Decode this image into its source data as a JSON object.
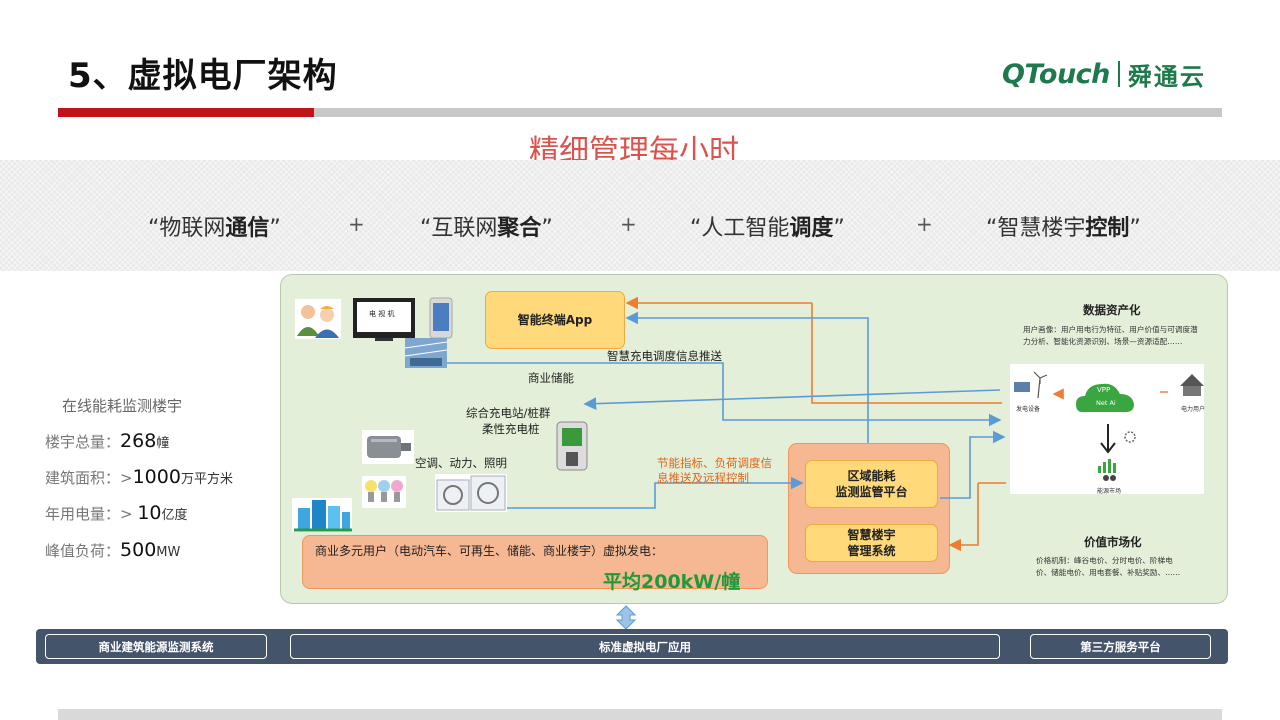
{
  "header": {
    "title": "5、虚拟电厂架构",
    "logo_en": "QTouch",
    "logo_cn": "舜通云"
  },
  "subtitle": "精细管理每小时",
  "keywords": [
    {
      "pre": "“物联网",
      "bold": "通信",
      "post": "”"
    },
    {
      "pre": "“互联网",
      "bold": "聚合",
      "post": "”"
    },
    {
      "pre": "“人工智能",
      "bold": "调度",
      "post": "”"
    },
    {
      "pre": "“智慧楼宇",
      "bold": "控制",
      "post": "”"
    }
  ],
  "plus": "+",
  "stats": {
    "title": "在线能耗监测楼宇",
    "items": [
      {
        "label": "楼宇总量：",
        "value": "268",
        "unit": "幢"
      },
      {
        "label": "建筑面积：>",
        "value": "1000",
        "unit": "万平方米"
      },
      {
        "label": "年用电量：> ",
        "value": "10",
        "unit": "亿度"
      },
      {
        "label": "峰值负荷：",
        "value": "500",
        "unit": "MW"
      }
    ]
  },
  "diagram": {
    "app_box": "智能终端App",
    "push_label": "智慧充电调度信息推送",
    "commercial_storage": "商业储能",
    "charging_l1": "综合充电站/桩群",
    "charging_l2": "柔性充电桩",
    "hvac": "空调、动力、照明",
    "energy_push_l1": "节能指标、负荷调度信",
    "energy_push_l2": "息推送及远程控制",
    "regional_l1": "区域能耗",
    "regional_l2": "监测监管平台",
    "smart_bldg_l1": "智慧楼宇",
    "smart_bldg_l2": "管理系统",
    "bottom_text": "商业多元用户（电动汽车、可再生、储能、商业楼宇）虚拟发电：",
    "bottom_avg": "平均200kW/幢",
    "tv_text": "电 视 机"
  },
  "right": {
    "data_asset_title": "数据资产化",
    "data_asset_body": "用户画像：用户用电行为特征、用户价值与可调度潜力分析、智能化资源识别、场景—资源适配……",
    "vpp_label": "VPP",
    "vpp_sub": "Net Ai",
    "gen_label": "发电设备",
    "user_label": "电力用户",
    "market_label": "能源市场",
    "value_title": "价值市场化",
    "value_body": "价格机制：峰谷电价、分时电价、阶梯电价、储能电价、用电套餐、补贴奖励、……"
  },
  "nav": {
    "left": "商业建筑能源监测系统",
    "center": "标准虚拟电厂应用",
    "right": "第三方服务平台"
  },
  "colors": {
    "brand_green": "#1e7a4c",
    "accent_red": "#c0131a",
    "subtitle_red": "#d9534f",
    "panel_green": "#e3efd8",
    "orange_box": "#f6b793",
    "yellow_box": "#ffd97a",
    "blue_line": "#5b9bd5",
    "orange_line": "#ed7d31",
    "nav_bg": "#44546a"
  }
}
